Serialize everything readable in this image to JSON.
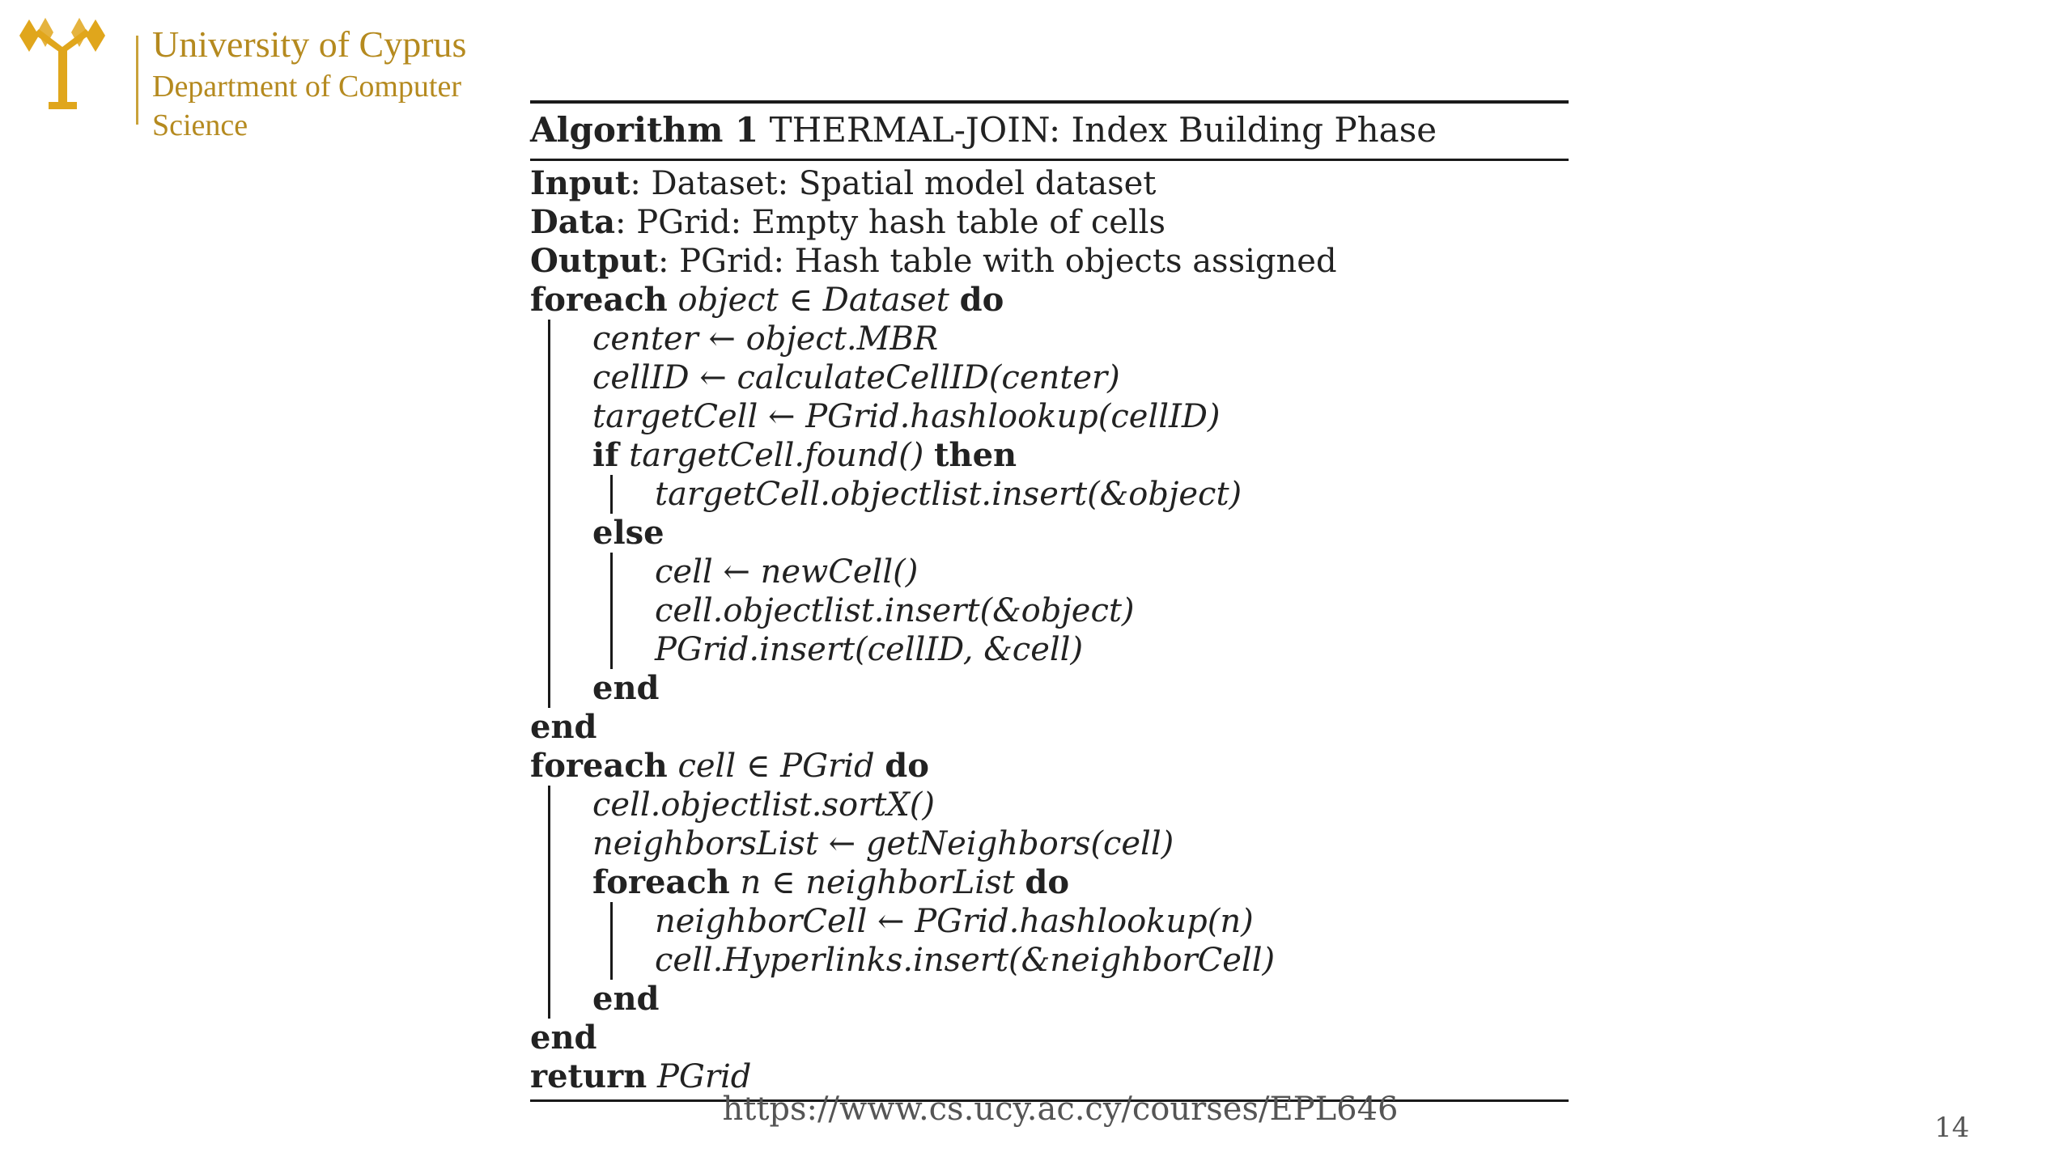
{
  "logo": {
    "line1": "University of Cyprus",
    "line2": "Department of Computer",
    "line3": "Science",
    "color": "#b58a1f"
  },
  "algorithm": {
    "label": "Algorithm 1",
    "title": "THERMAL-JOIN: Index Building Phase",
    "input_kw": "Input",
    "input_text": ": Dataset: Spatial model dataset",
    "data_kw": "Data",
    "data_text": ": PGrid: Empty hash table of cells",
    "output_kw": "Output",
    "output_text": ": PGrid: Hash table with objects assigned",
    "loop1": {
      "kw": "foreach",
      "expr": "object ∈ Dataset",
      "do": "do"
    },
    "l_center": "center ← object.MBR",
    "l_cellid": "cellID ← calculateCellID(center)",
    "l_target": "targetCell ← PGrid.hashlookup(cellID)",
    "if_kw": "if",
    "if_expr": "targetCell.found()",
    "then_kw": "then",
    "l_insert": "targetCell.objectlist.insert(&object)",
    "else_kw": "else",
    "l_newcell": "cell ← newCell()",
    "l_cellins": "cell.objectlist.insert(&object)",
    "l_pgridins": "PGrid.insert(cellID, &cell)",
    "end_kw": "end",
    "loop2": {
      "kw": "foreach",
      "expr": "cell ∈ PGrid",
      "do": "do"
    },
    "l_sort": "cell.objectlist.sortX()",
    "l_neigh": "neighborsList ← getNeighbors(cell)",
    "loop3": {
      "kw": "foreach",
      "expr": "n ∈ neighborList",
      "do": "do"
    },
    "l_ncell": "neighborCell ← PGrid.hashlookup(n)",
    "l_hyper": "cell.Hyperlinks.insert(&neighborCell)",
    "return_kw": "return",
    "return_expr": "PGrid"
  },
  "footer": {
    "url": "https://www.cs.ucy.ac.cy/courses/EPL646",
    "page_number": "14"
  }
}
